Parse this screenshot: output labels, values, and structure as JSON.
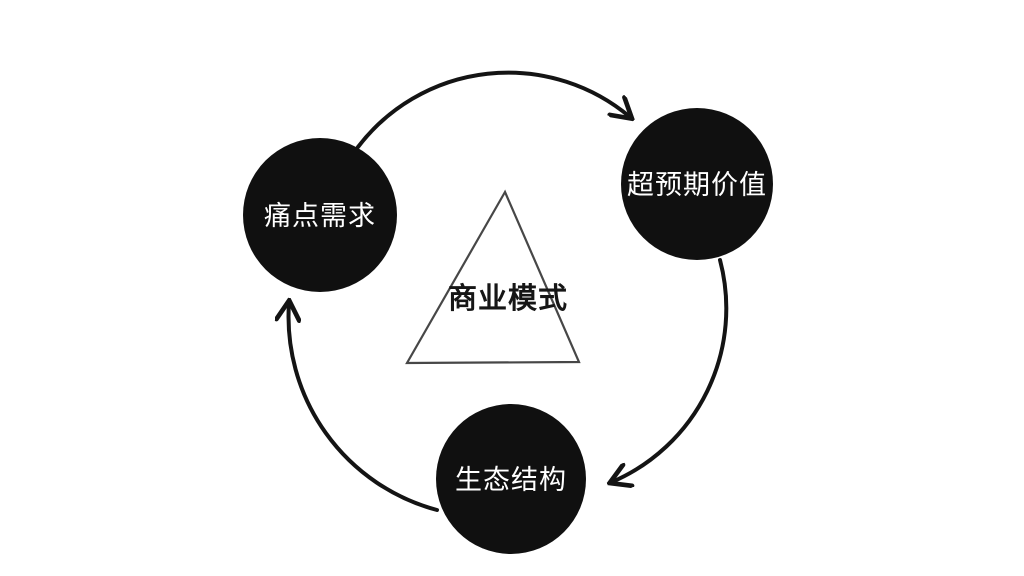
{
  "diagram": {
    "title": "business-model-cycle",
    "center_label": "商业模式",
    "nodes": [
      {
        "id": "pain-point-demand",
        "label": "痛点需求",
        "position": "left"
      },
      {
        "id": "beyond-expectation-value",
        "label": "超预期价值",
        "position": "right"
      },
      {
        "id": "ecosystem-structure",
        "label": "生态结构",
        "position": "bottom"
      }
    ],
    "flow": [
      "痛点需求 → 超预期价值",
      "超预期价值 → 生态结构",
      "生态结构 → 痛点需求"
    ],
    "colors": {
      "background": "#ffffff",
      "node_fill": "#101010",
      "node_text": "#ffffff",
      "arrow_stroke": "#141414",
      "triangle_stroke": "#474747",
      "center_text": "#161616"
    }
  }
}
